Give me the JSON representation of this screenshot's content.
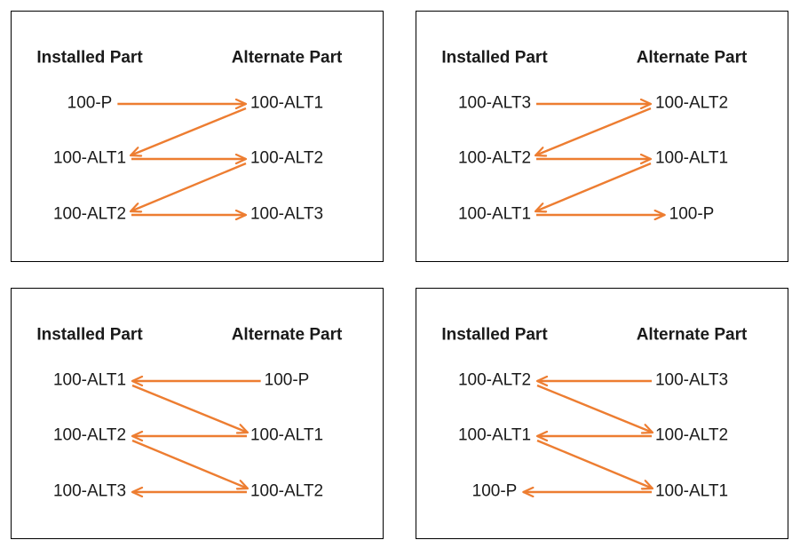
{
  "colors": {
    "arrow": "#ED7D31",
    "border": "#000000",
    "text": "#1A1A1A",
    "background": "#FFFFFF"
  },
  "panels": [
    {
      "name": "top-left",
      "headers": {
        "installed": "Installed Part",
        "alternate": "Alternate Part"
      },
      "installed": [
        "100-P",
        "100-ALT1",
        "100-ALT2"
      ],
      "alternate": [
        "100-ALT1",
        "100-ALT2",
        "100-ALT3"
      ],
      "arrows": [
        {
          "from": [
            "installed",
            0
          ],
          "to": [
            "alternate",
            0
          ]
        },
        {
          "from": [
            "alternate",
            0
          ],
          "to": [
            "installed",
            1
          ]
        },
        {
          "from": [
            "installed",
            1
          ],
          "to": [
            "alternate",
            1
          ]
        },
        {
          "from": [
            "alternate",
            1
          ],
          "to": [
            "installed",
            2
          ]
        },
        {
          "from": [
            "installed",
            2
          ],
          "to": [
            "alternate",
            2
          ]
        }
      ]
    },
    {
      "name": "top-right",
      "headers": {
        "installed": "Installed Part",
        "alternate": "Alternate Part"
      },
      "installed": [
        "100-ALT3",
        "100-ALT2",
        "100-ALT1"
      ],
      "alternate": [
        "100-ALT2",
        "100-ALT1",
        "100-P"
      ],
      "arrows": [
        {
          "from": [
            "installed",
            0
          ],
          "to": [
            "alternate",
            0
          ]
        },
        {
          "from": [
            "alternate",
            0
          ],
          "to": [
            "installed",
            1
          ]
        },
        {
          "from": [
            "installed",
            1
          ],
          "to": [
            "alternate",
            1
          ]
        },
        {
          "from": [
            "alternate",
            1
          ],
          "to": [
            "installed",
            2
          ]
        },
        {
          "from": [
            "installed",
            2
          ],
          "to": [
            "alternate",
            2
          ]
        }
      ]
    },
    {
      "name": "bottom-left",
      "headers": {
        "installed": "Installed Part",
        "alternate": "Alternate Part"
      },
      "installed": [
        "100-ALT1",
        "100-ALT2",
        "100-ALT3"
      ],
      "alternate": [
        "100-P",
        "100-ALT1",
        "100-ALT2"
      ],
      "arrows": [
        {
          "from": [
            "alternate",
            0
          ],
          "to": [
            "installed",
            0
          ]
        },
        {
          "from": [
            "installed",
            0
          ],
          "to": [
            "alternate",
            1
          ]
        },
        {
          "from": [
            "alternate",
            1
          ],
          "to": [
            "installed",
            1
          ]
        },
        {
          "from": [
            "installed",
            1
          ],
          "to": [
            "alternate",
            2
          ]
        },
        {
          "from": [
            "alternate",
            2
          ],
          "to": [
            "installed",
            2
          ]
        }
      ]
    },
    {
      "name": "bottom-right",
      "headers": {
        "installed": "Installed Part",
        "alternate": "Alternate Part"
      },
      "installed": [
        "100-ALT2",
        "100-ALT1",
        "100-P"
      ],
      "alternate": [
        "100-ALT3",
        "100-ALT2",
        "100-ALT1"
      ],
      "arrows": [
        {
          "from": [
            "alternate",
            0
          ],
          "to": [
            "installed",
            0
          ]
        },
        {
          "from": [
            "installed",
            0
          ],
          "to": [
            "alternate",
            1
          ]
        },
        {
          "from": [
            "alternate",
            1
          ],
          "to": [
            "installed",
            1
          ]
        },
        {
          "from": [
            "installed",
            1
          ],
          "to": [
            "alternate",
            2
          ]
        },
        {
          "from": [
            "alternate",
            2
          ],
          "to": [
            "installed",
            2
          ]
        }
      ]
    }
  ]
}
